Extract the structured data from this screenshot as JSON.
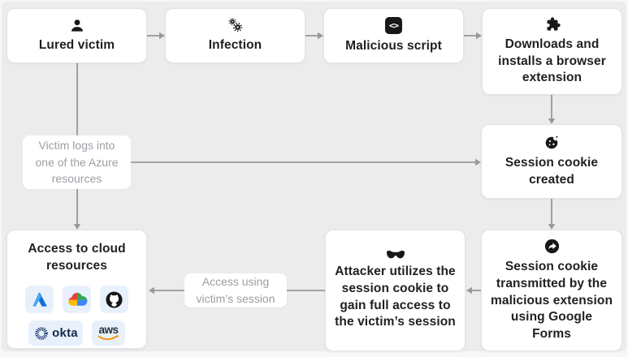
{
  "diagram": {
    "nodes": {
      "lured_victim": {
        "label": "Lured victim",
        "icon": "person-icon"
      },
      "infection": {
        "label": "Infection",
        "icon": "virus-icon"
      },
      "malicious_script": {
        "label": "Malicious script",
        "icon": "code-icon",
        "code_glyph": "<>"
      },
      "browser_extension": {
        "label": "Downloads and installs a browser extension",
        "icon": "puzzle-piece-icon"
      },
      "session_cookie_created": {
        "label": "Session cookie created",
        "icon": "cookie-icon"
      },
      "cookie_transmitted": {
        "label": "Session cookie transmitted by the malicious extension using Google Forms",
        "icon": "share-icon"
      },
      "attacker_session": {
        "label": "Attacker utilizes the session cookie to gain full access to the victim’s session",
        "icon": "mask-icon"
      },
      "cloud_access": {
        "label": "Access to cloud resources",
        "providers": [
          {
            "name": "Azure"
          },
          {
            "name": "Google Cloud"
          },
          {
            "name": "GitHub"
          },
          {
            "name": "Okta",
            "wordmark": "okta"
          },
          {
            "name": "AWS",
            "wordmark": "aws"
          }
        ]
      }
    },
    "edge_labels": {
      "azure_login": "Victim logs into one of the Azure resources",
      "victim_session": "Access using victim’s session"
    },
    "colors": {
      "background": "#ececed",
      "node_bg": "#ffffff",
      "node_border": "#e2e3e5",
      "node_text": "#1f2023",
      "edge": "#98999e",
      "edge_label_text": "#9b9ea3",
      "provider_tile_bg": "#e8f1fb",
      "aws_orange": "#f79400",
      "okta_navy": "#0e2b66"
    }
  }
}
